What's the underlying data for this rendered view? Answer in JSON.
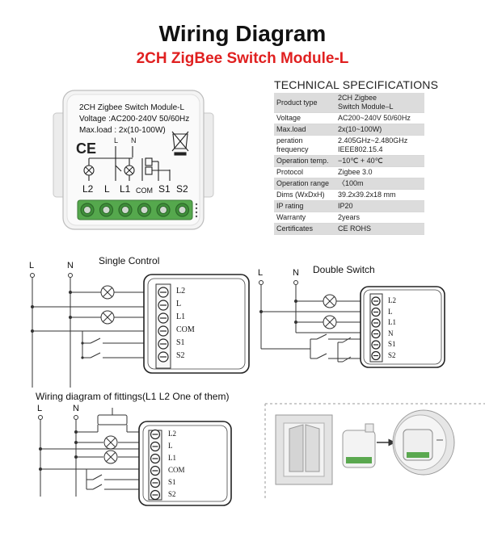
{
  "header": {
    "title": "Wiring Diagram",
    "subtitle": "2CH ZigBee Switch Module-L"
  },
  "module": {
    "name": "2CH Zigbee Switch Module-L",
    "voltage": "Voltage :AC200-240V 50/60Hz",
    "max_load": "Max.load : 2x(10-100W)",
    "mark_ce": "CE",
    "label_L_top": "L",
    "label_N_top": "N",
    "terminals": [
      "L2",
      "L",
      "L1",
      "COM",
      "S1",
      "S2"
    ]
  },
  "specs": {
    "heading": "TECHNICAL SPECIFICATIONS",
    "rows": [
      {
        "key": "Product type",
        "value": "2CH Zigbee\nSwitch Module–L"
      },
      {
        "key": "Voltage",
        "value": "AC200~240V 50/60Hz"
      },
      {
        "key": "Max.load",
        "value": "2x(10~100W)"
      },
      {
        "key": "peration\nfrequency",
        "value": "2.405GHz~2.480GHz\nIEEE802.15.4"
      },
      {
        "key": "Operation temp.",
        "value": "−10℃ + 40℃"
      },
      {
        "key": "Protocol",
        "value": "Zigbee  3.0"
      },
      {
        "key": "Operation range",
        "value": "〈100m"
      },
      {
        "key": "Dims (WxDxH)",
        "value": "39.2x39.2x18 mm"
      },
      {
        "key": "IP rating",
        "value": "IP20"
      },
      {
        "key": "Warranty",
        "value": "2years"
      },
      {
        "key": "Certificates",
        "value": "CE ROHS"
      }
    ]
  },
  "diagrams": {
    "single": {
      "title": "Single Control",
      "line_L": "L",
      "line_N": "N",
      "terminals": [
        "L2",
        "L",
        "L1",
        "COM",
        "S1",
        "S2"
      ]
    },
    "double": {
      "title": "Double Switch",
      "line_L": "L",
      "line_N": "N",
      "terminals": [
        "L2",
        "L",
        "L1",
        "N",
        "S1",
        "S2"
      ]
    },
    "fittings": {
      "title": "Wiring diagram of fittings(L1 L2 One of them)",
      "line_L": "L",
      "line_N": "N",
      "terminals": [
        "L2",
        "L",
        "L1",
        "COM",
        "S1",
        "S2"
      ]
    }
  }
}
